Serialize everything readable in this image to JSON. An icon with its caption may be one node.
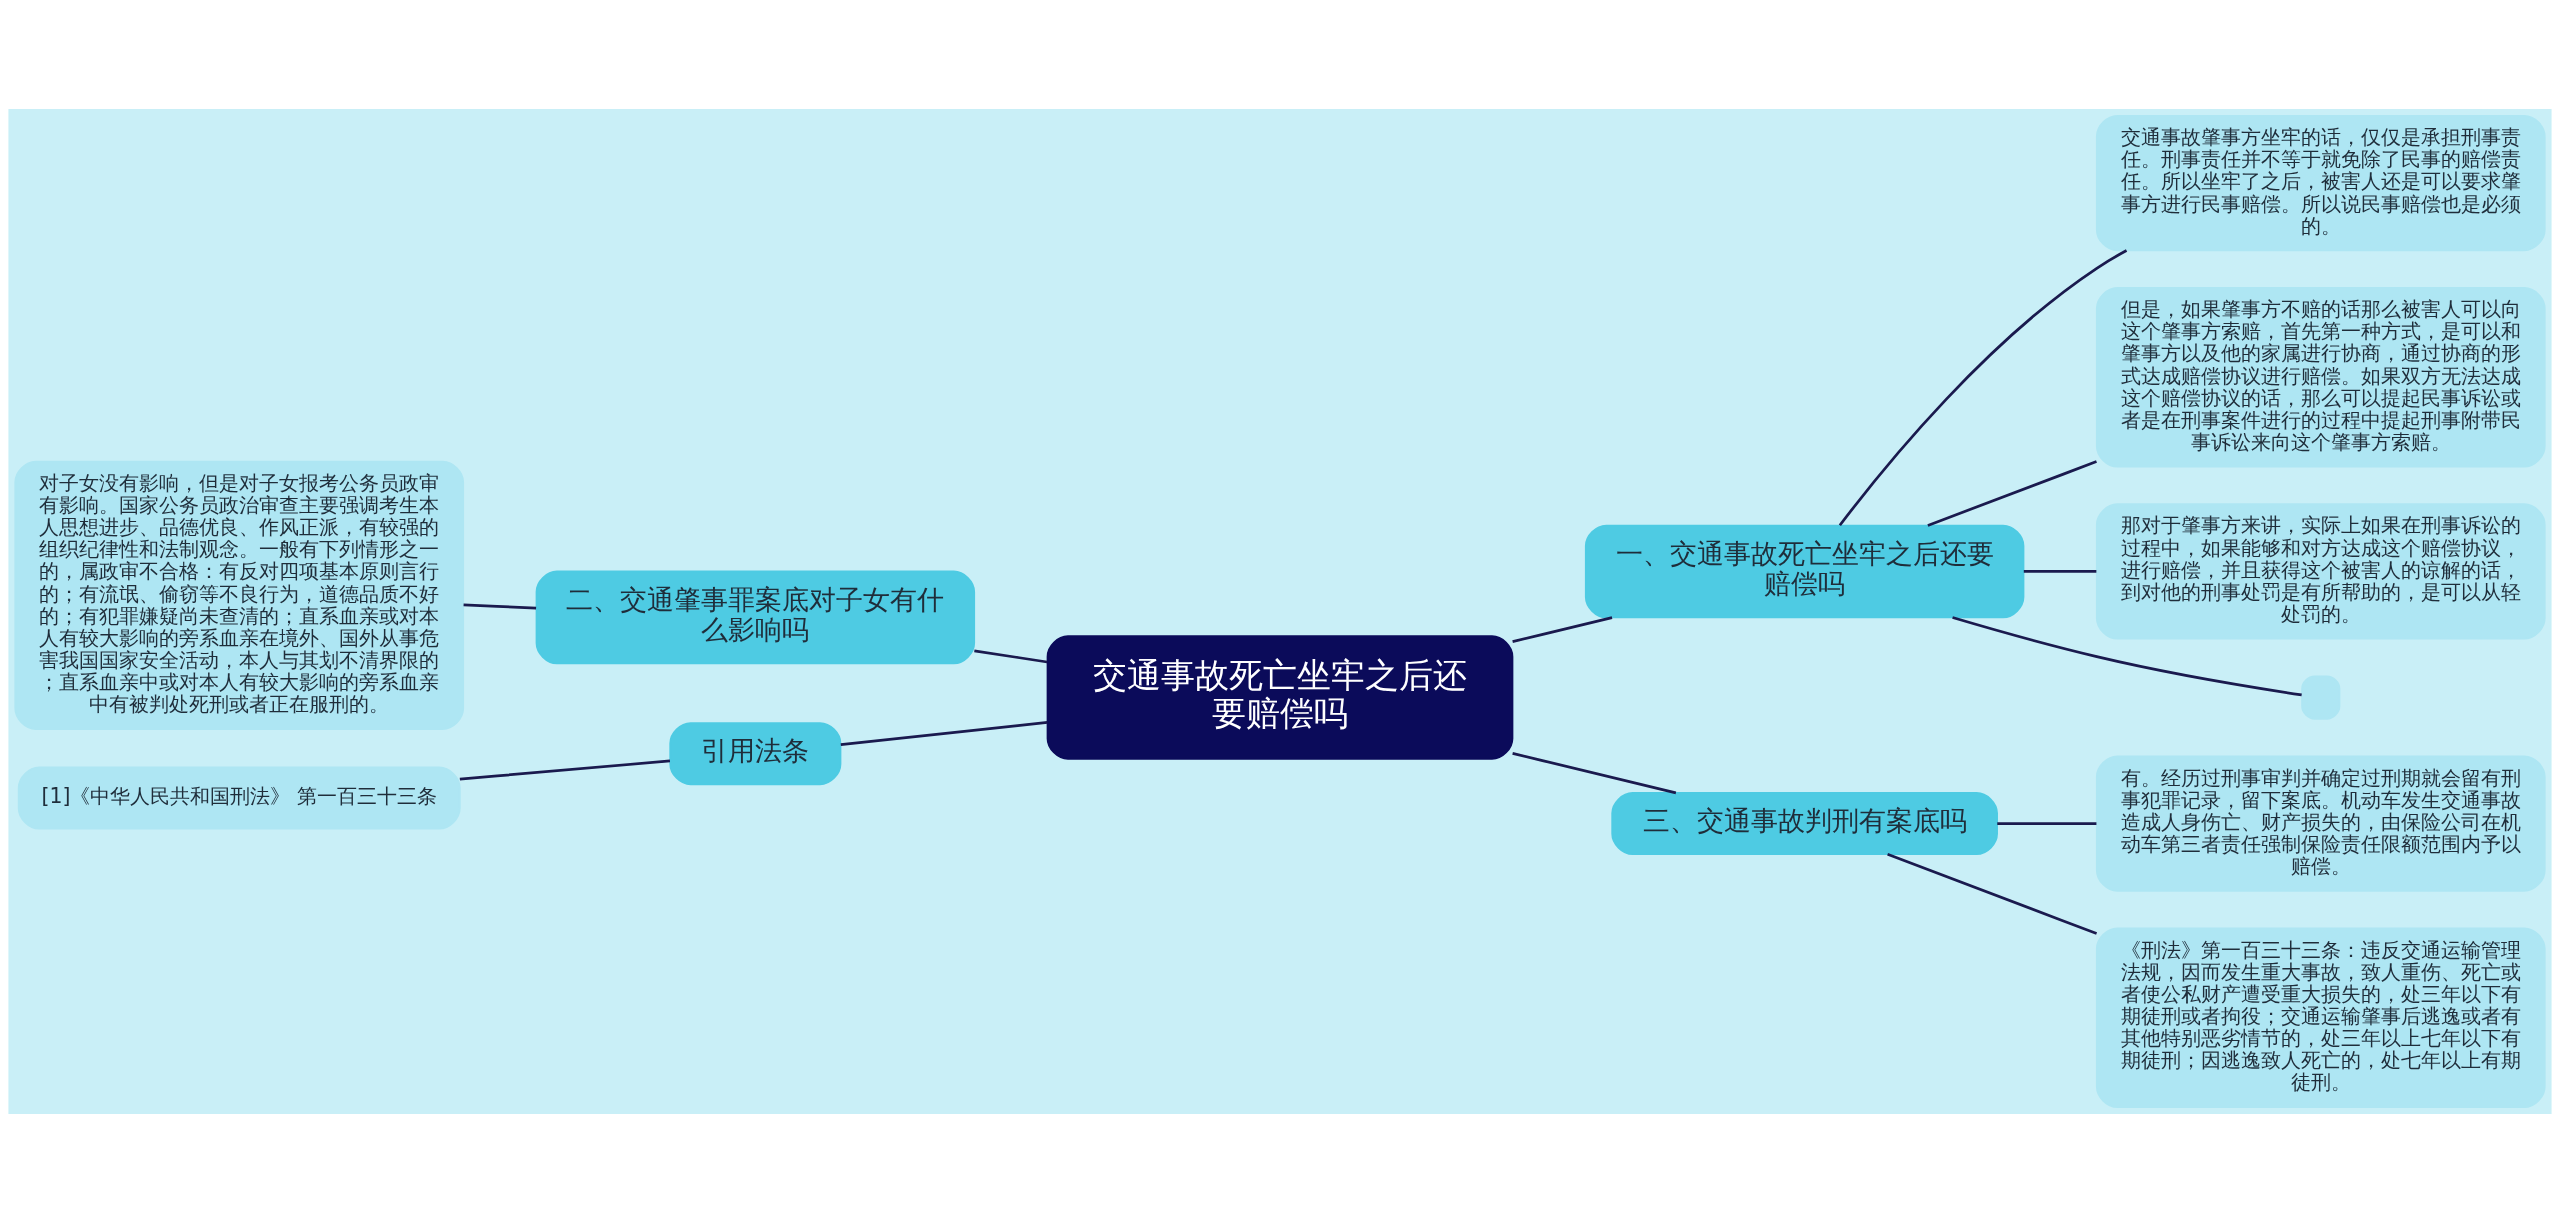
{
  "diagram": {
    "nodes": [
      {
        "text": [
          "交通事故死亡坐牢之后还要赔偿吗"
        ]
      },
      {
        "text": [
          "一、交通事故死亡坐牢之后还要赔偿吗"
        ]
      },
      {
        "text": [
          "交通事故肇事方坐牢的话，仅仅是承担刑事责任。刑事责任并不等于就免除了民事的赔偿责任。所以坐牢了之后，被害人还是可以要求肇事方进行民事赔偿。所以说民事赔偿也是必须的。"
        ]
      },
      {
        "text": [
          "但是，如果肇事方不赔的话那么被害人可以向这个肇事方索赔，首先第一种方式，是可以和肇事方以及他的家属进行协商，通过协商的形式达成赔偿协议进行赔偿。如果双方无法达成这个赔偿协议的话，那么可以提起民事诉讼或者是在刑事案件进行的过程中提起刑事附带民事诉讼来向这个肇事方索赔。"
        ]
      },
      {
        "text": [
          "那对于肇事方来讲，实际上如果在刑事诉讼的过程中，如果能够和对方达成这个赔偿协议，进行赔偿，并且获得这个被害人的谅解的话，到对他的刑事处罚是有所帮助的，是可以从轻处罚的。"
        ]
      },
      {
        "text": [],
        "shape": "box"
      },
      {
        "text": [
          "二、交通肇事罪案底对子女有什么影响吗"
        ]
      },
      {
        "text": [
          "对子女没有影响，但是对子女报考公务员政审有影响。国家公务员政治审查主要强调考生本人思想进步、品德优良、作风正派，有较强的组织纪律性和法制观念。一般有下列情形之一的，属政审不合格：有反对四项基本原则言行的；有流氓、偷窃等不良行为，道德品质不好的；有犯罪嫌疑尚未查清的；直系血亲或对本人有较大影响的旁系血亲在境外、国外从事危害我国国家安全活动，本人与其划不清界限的；直系血亲中或对本人有较大影响的旁系血亲中有被判处死刑或者正在服刑的。"
        ]
      },
      {
        "text": [
          "引用法条"
        ]
      },
      {
        "text": [
          "[1]《中华人民共和国刑法》 第一百三十三条"
        ]
      },
      {
        "text": [
          "三、交通事故判刑有案底吗"
        ]
      },
      {
        "text": [
          "有。经历过刑事审判并确定过刑期就会留有刑事犯罪记录，留下案底。机动车发生交通事故造成人身伤亡、财产损失的，由保险公司在机动车第三者责任强制保险责任限额范围内予以赔偿。"
        ]
      },
      {
        "text": [
          "《刑法》第一百三十三条：违反交通运输管理法规，因而发生重大事故，致人重伤、死亡或者使公私财产遭受重大损失的，处三年以下有期徒刑或者拘役；交通运输肇事后逃逸或者有其他特别恶劣情节的，处三年以上七年以下有期徒刑；因逃逸致人死亡的，处七年以上有期徒刑。"
        ]
      }
    ],
    "edges": [
      {
        "from": 0,
        "to": 1,
        "arrow": "none"
      },
      {
        "from": 1,
        "to": 2,
        "arrow": "none"
      },
      {
        "from": 1,
        "to": 3,
        "arrow": "none"
      },
      {
        "from": 1,
        "to": 4,
        "arrow": "none"
      },
      {
        "from": 1,
        "to": 5,
        "arrow": "none"
      },
      {
        "from": 0,
        "to": 6,
        "arrow": "none"
      },
      {
        "from": 6,
        "to": 7,
        "arrow": "none"
      },
      {
        "from": 0,
        "to": 8,
        "arrow": "none"
      },
      {
        "from": 8,
        "to": 9,
        "arrow": "none"
      },
      {
        "from": 0,
        "to": 10,
        "arrow": "none"
      },
      {
        "from": 10,
        "to": 11,
        "arrow": "none"
      },
      {
        "from": 10,
        "to": 12,
        "arrow": "none"
      }
    ]
  }
}
